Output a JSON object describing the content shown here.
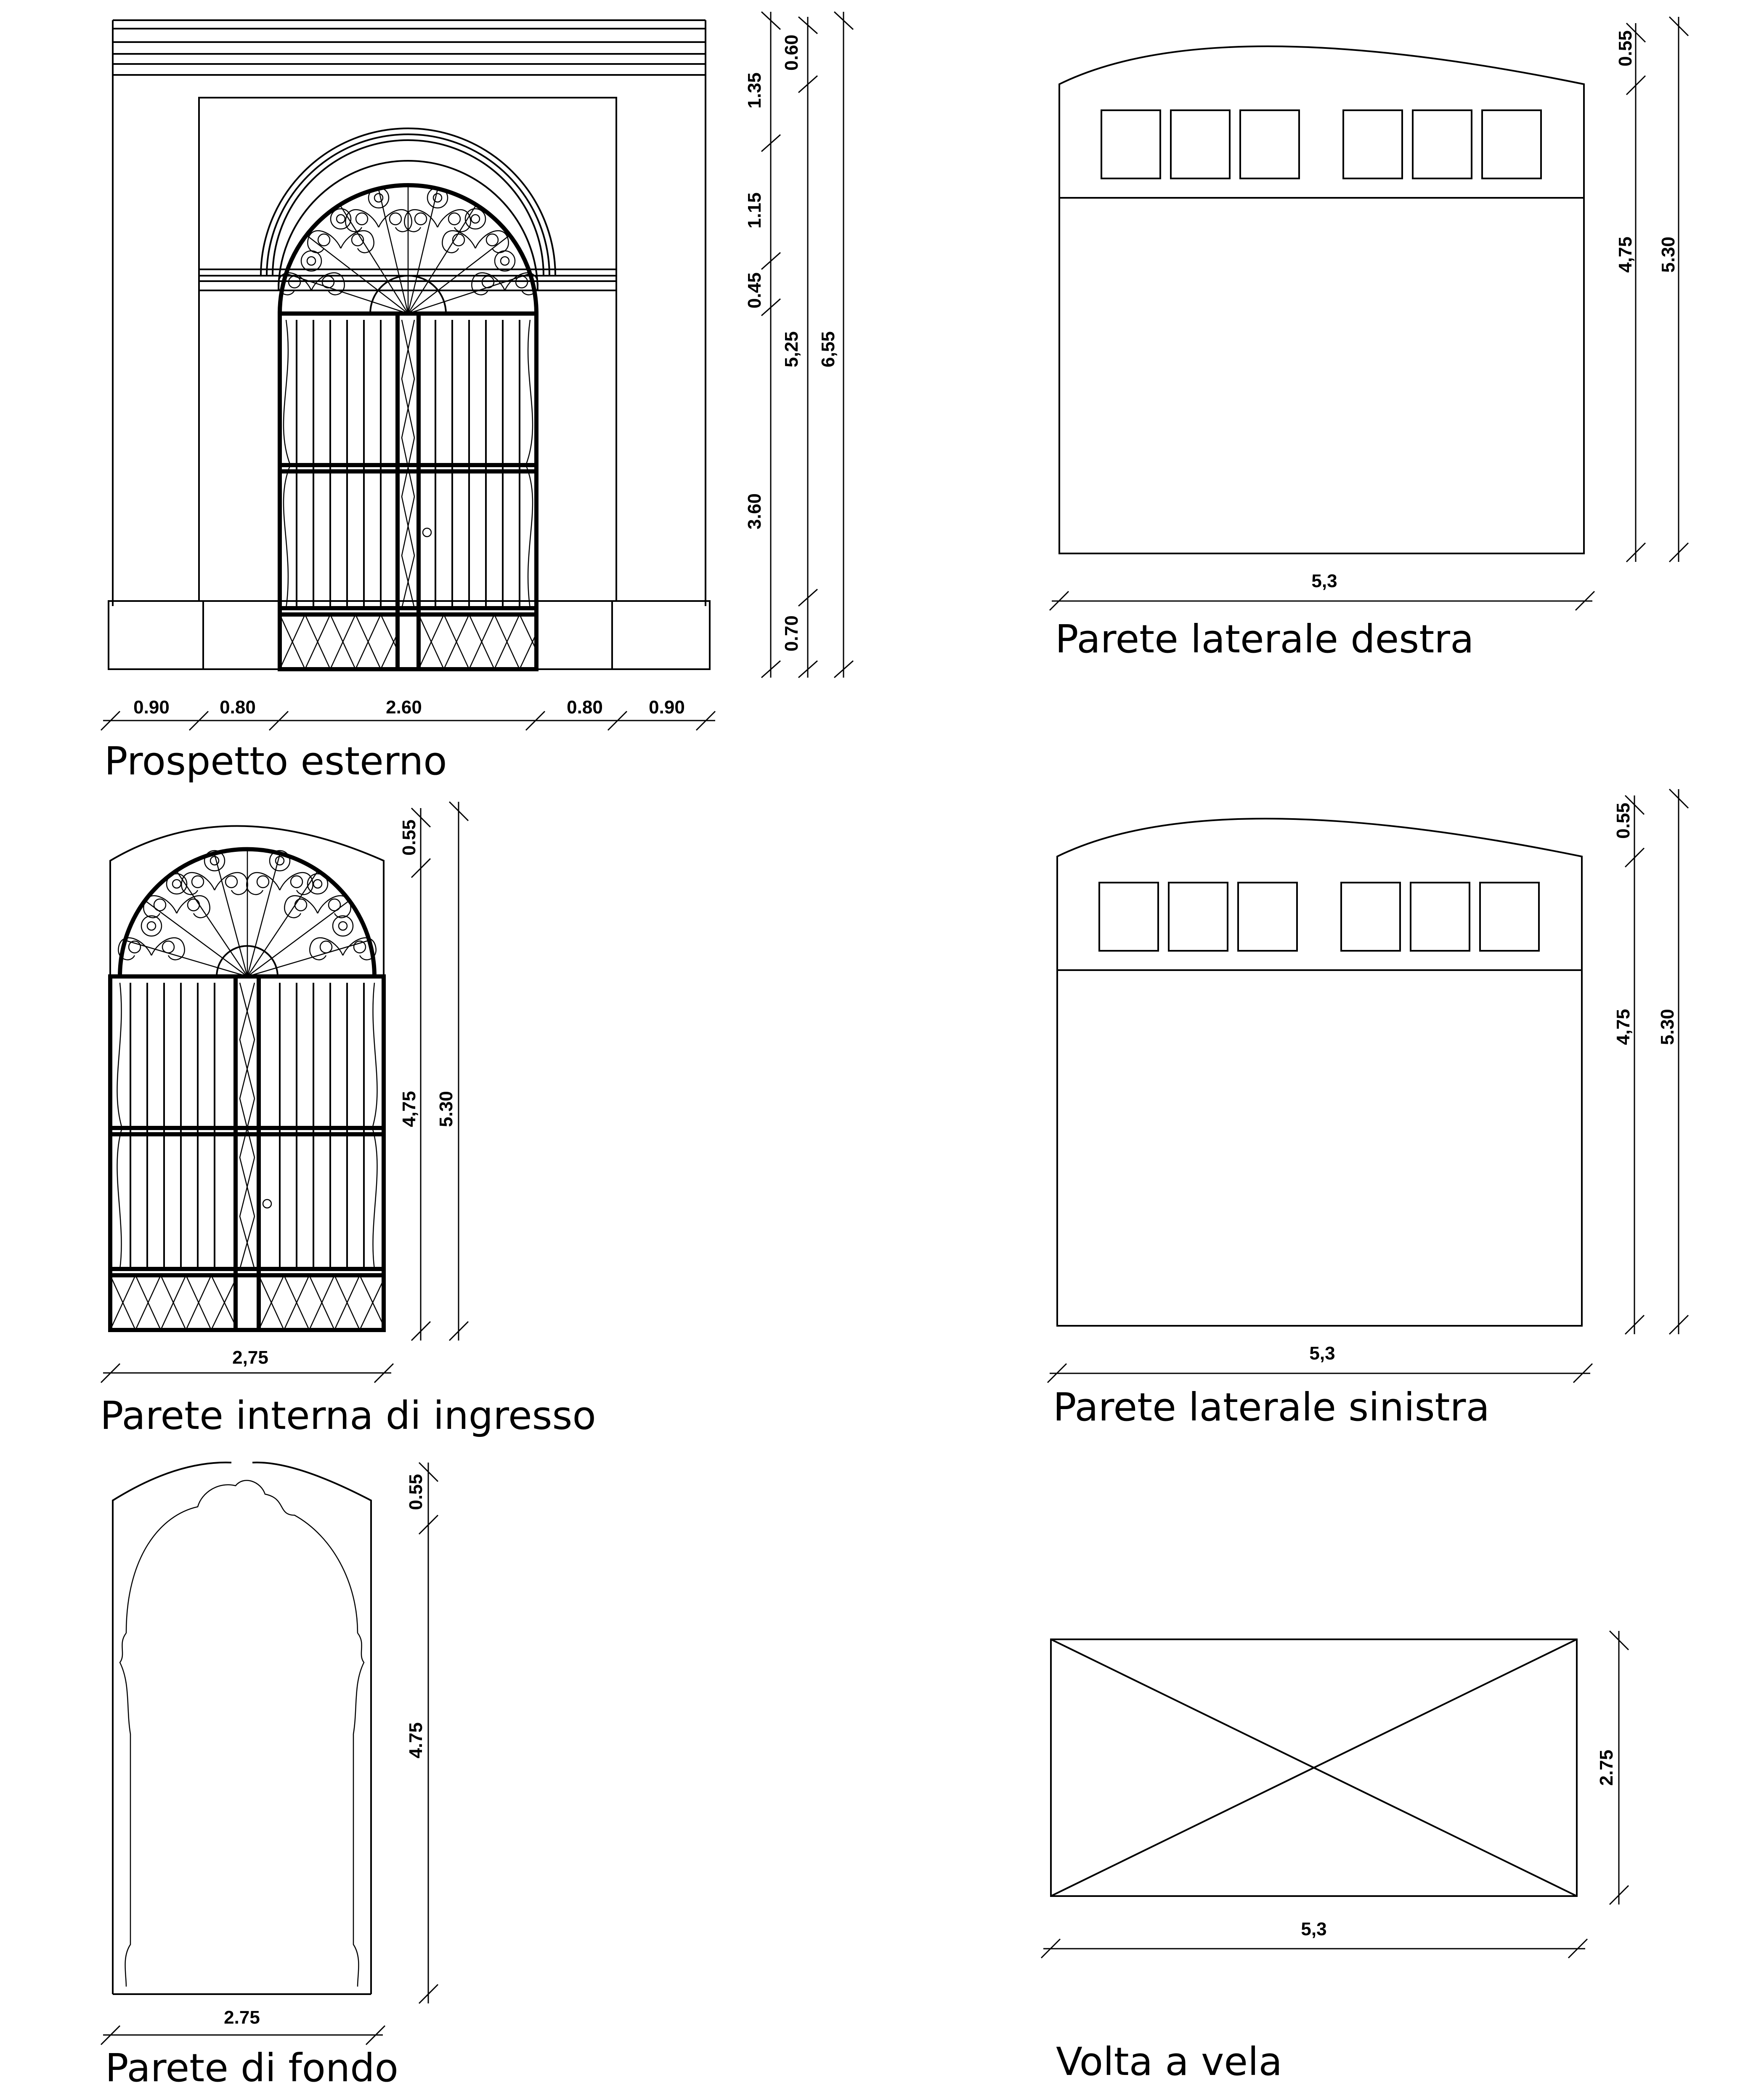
{
  "drawings": {
    "prospetto_esterno": {
      "title": "Prospetto esterno",
      "horizontal_dims": [
        "0.90",
        "0.80",
        "2.60",
        "0.80",
        "0.90"
      ],
      "vertical_dims_inner": [
        "1.35",
        "1.15",
        "0.45",
        "3.60"
      ],
      "vertical_dims_middle": [
        "0.60",
        "5,25",
        "0.70"
      ],
      "vertical_dim_total": "6,55"
    },
    "parete_laterale_destra": {
      "title": "Parete laterale destra",
      "width_dim": "5,3",
      "vertical_dims": [
        "0.55",
        "4,75"
      ],
      "vertical_dim_total": "5.30"
    },
    "parete_interna_ingresso": {
      "title": "Parete interna di ingresso",
      "width_dim": "2,75",
      "vertical_dims": [
        "0.55",
        "4,75"
      ],
      "vertical_dim_total": "5.30"
    },
    "parete_laterale_sinistra": {
      "title": "Parete laterale sinistra",
      "width_dim": "5,3",
      "vertical_dims": [
        "0.55",
        "4,75"
      ],
      "vertical_dim_total": "5.30"
    },
    "parete_di_fondo": {
      "title": "Parete di fondo",
      "width_dim": "2.75",
      "vertical_dims": [
        "0.55",
        "4.75"
      ]
    },
    "volta_a_vela": {
      "title": "Volta a vela",
      "width_dim": "5,3",
      "depth_dim": "2.75"
    }
  }
}
